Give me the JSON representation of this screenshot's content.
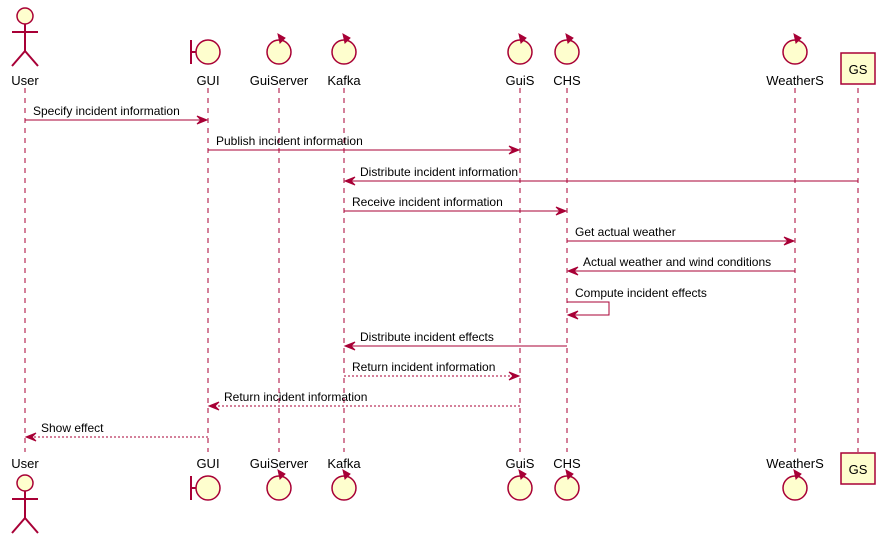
{
  "participants": [
    {
      "id": "user",
      "label": "User",
      "kind": "actor"
    },
    {
      "id": "gui",
      "label": "GUI",
      "kind": "boundary"
    },
    {
      "id": "guiserver",
      "label": "GuiServer",
      "kind": "control"
    },
    {
      "id": "kafka",
      "label": "Kafka",
      "kind": "control"
    },
    {
      "id": "guis",
      "label": "GuiS",
      "kind": "control"
    },
    {
      "id": "chs",
      "label": "CHS",
      "kind": "control"
    },
    {
      "id": "weathers",
      "label": "WeatherS",
      "kind": "control"
    },
    {
      "id": "gs",
      "label": "GS",
      "kind": "participant"
    }
  ],
  "messages": [
    {
      "from": "user",
      "to": "gui",
      "label": "Specify incident information",
      "style": "solid"
    },
    {
      "from": "gui",
      "to": "guis",
      "label": "Publish incident information",
      "style": "solid"
    },
    {
      "from": "gs",
      "to": "kafka",
      "label": "Distribute incident information",
      "style": "solid"
    },
    {
      "from": "kafka",
      "to": "chs",
      "label": "Receive incident information",
      "style": "solid"
    },
    {
      "from": "chs",
      "to": "weathers",
      "label": "Get actual weather",
      "style": "solid"
    },
    {
      "from": "weathers",
      "to": "chs",
      "label": "Actual weather and wind conditions",
      "style": "solid"
    },
    {
      "from": "chs",
      "to": "chs",
      "label": "Compute incident effects",
      "style": "solid"
    },
    {
      "from": "chs",
      "to": "kafka",
      "label": "Distribute incident effects",
      "style": "solid"
    },
    {
      "from": "kafka",
      "to": "guis",
      "label": "Return incident information",
      "style": "dashed"
    },
    {
      "from": "guis",
      "to": "gui",
      "label": "Return incident information",
      "style": "dashed"
    },
    {
      "from": "gui",
      "to": "user",
      "label": "Show effect",
      "style": "dashed"
    }
  ],
  "colors": {
    "line": "#a80036",
    "fill": "#fefece"
  }
}
